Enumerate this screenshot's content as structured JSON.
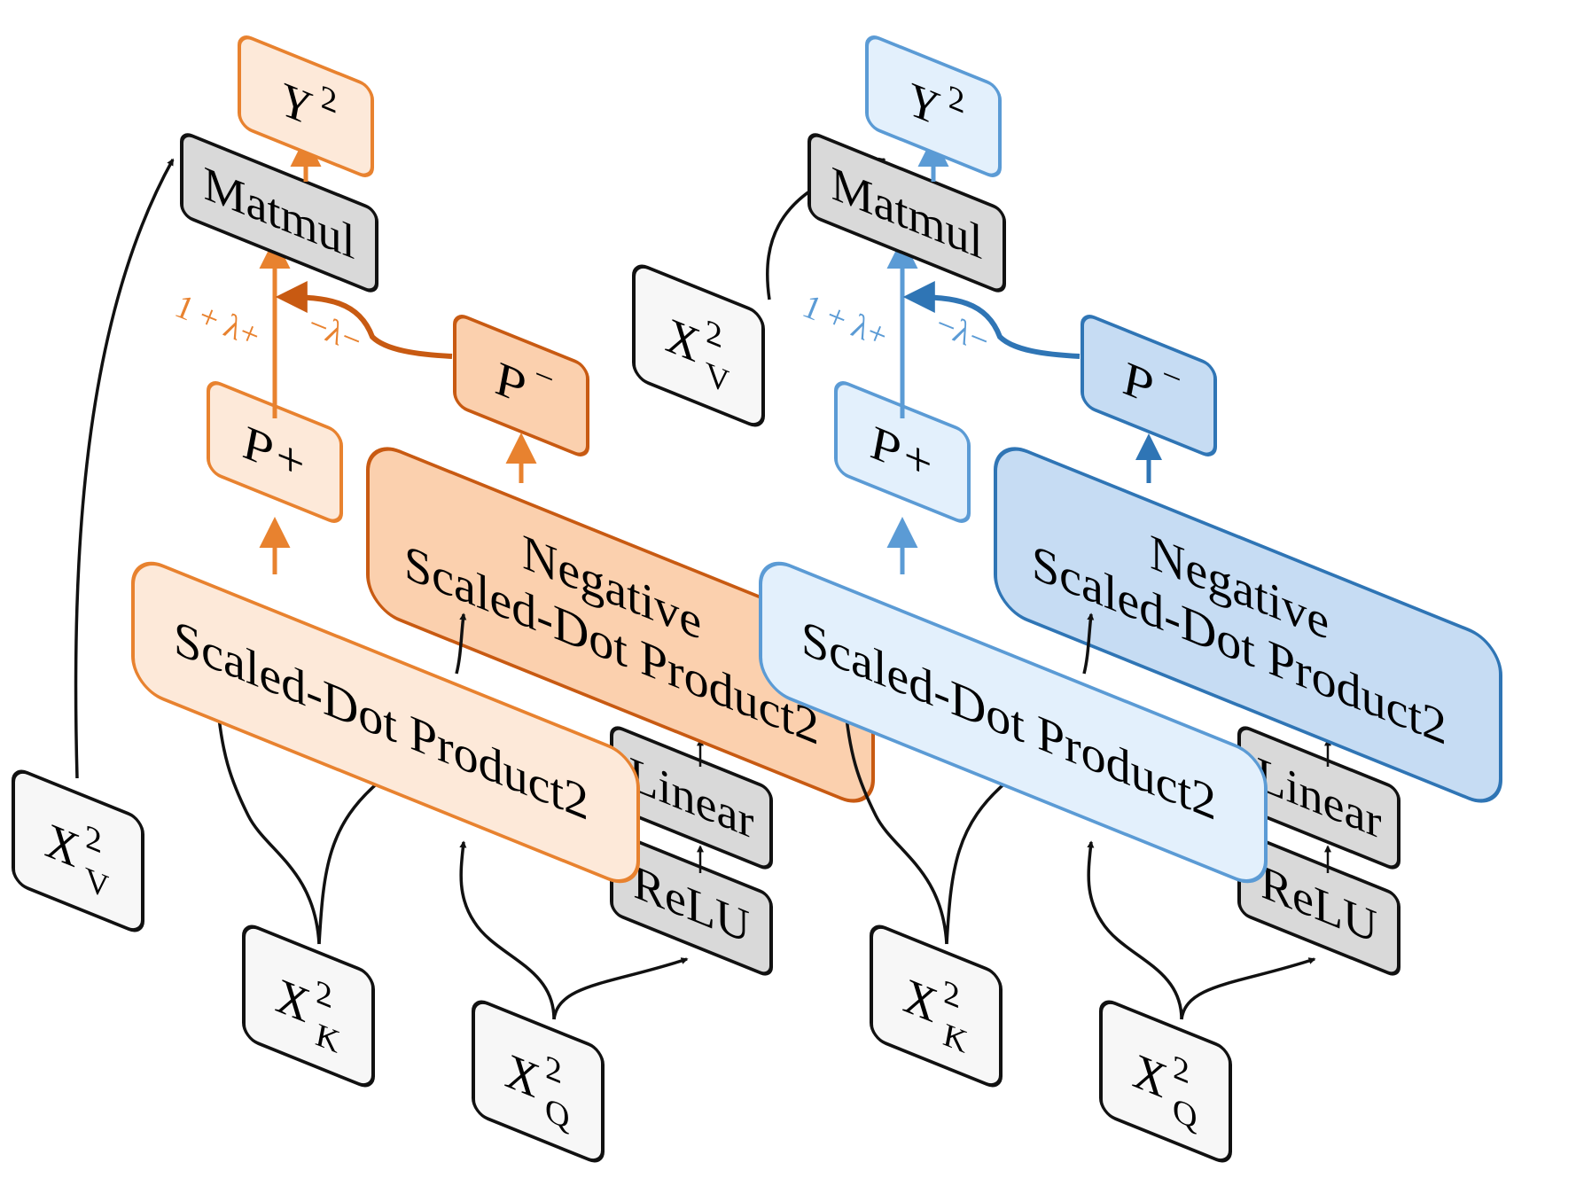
{
  "colors": {
    "orange_stroke": "#e8822f",
    "orange_fill_light": "#fde9d9",
    "orange_fill_dark": "#fbd0ae",
    "orange_dark_stroke": "#c85a12",
    "blue_stroke": "#5b9bd5",
    "blue_fill_light": "#e3f0fc",
    "blue_fill_dark": "#c6dcf3",
    "blue_dark_stroke": "#2f75b5",
    "gray_fill": "#d9d9d9",
    "input_fill": "#f7f7f7",
    "black": "#111111"
  },
  "labels": {
    "output": "Y",
    "output_sup": "2",
    "matmul": "Matmul",
    "p_plus": "P+",
    "p_minus": "P",
    "p_minus_sup": "−",
    "sdp_line1": "Scaled-Dot Product2",
    "neg_line1": "Negative",
    "neg_line2": "Scaled-Dot Product2",
    "linear": "Linear",
    "relu": "ReLU",
    "coef_plus": "1 + λ+",
    "coef_minus": "−λ−",
    "x_base": "X",
    "x_sup": "2",
    "sub_v": "V",
    "sub_k": "K",
    "sub_q": "Q"
  }
}
